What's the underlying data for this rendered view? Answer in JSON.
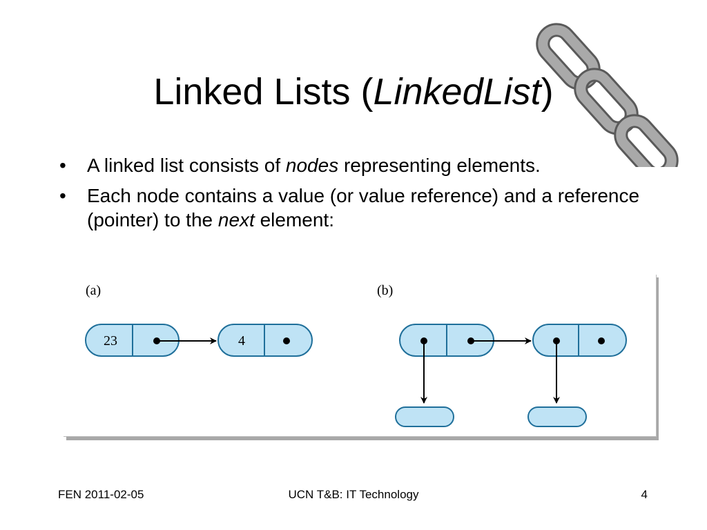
{
  "slide": {
    "title_prefix": "Linked Lists (",
    "title_italic": "LinkedList",
    "title_suffix": ")",
    "bullets": [
      {
        "pre": "A linked list consists of ",
        "em": "nodes",
        "post": " representing elements."
      },
      {
        "pre": "Each node contains a value (or value reference) and a reference (pointer) to the ",
        "em": "next",
        "post": " element:"
      }
    ],
    "bullet_glyph": "•"
  },
  "figure": {
    "label_a": "(a)",
    "label_b": "(b)",
    "node_a1_value": "23",
    "node_a2_value": "4",
    "node_fill": "#bfe3f5",
    "node_stroke": "#1f6f9a"
  },
  "decoration": {
    "icon": "chain-icon",
    "chain_color": "#9a9a9a"
  },
  "footer": {
    "left": "FEN 2011-02-05",
    "center": "UCN T&B: IT Technology",
    "right": "4"
  }
}
